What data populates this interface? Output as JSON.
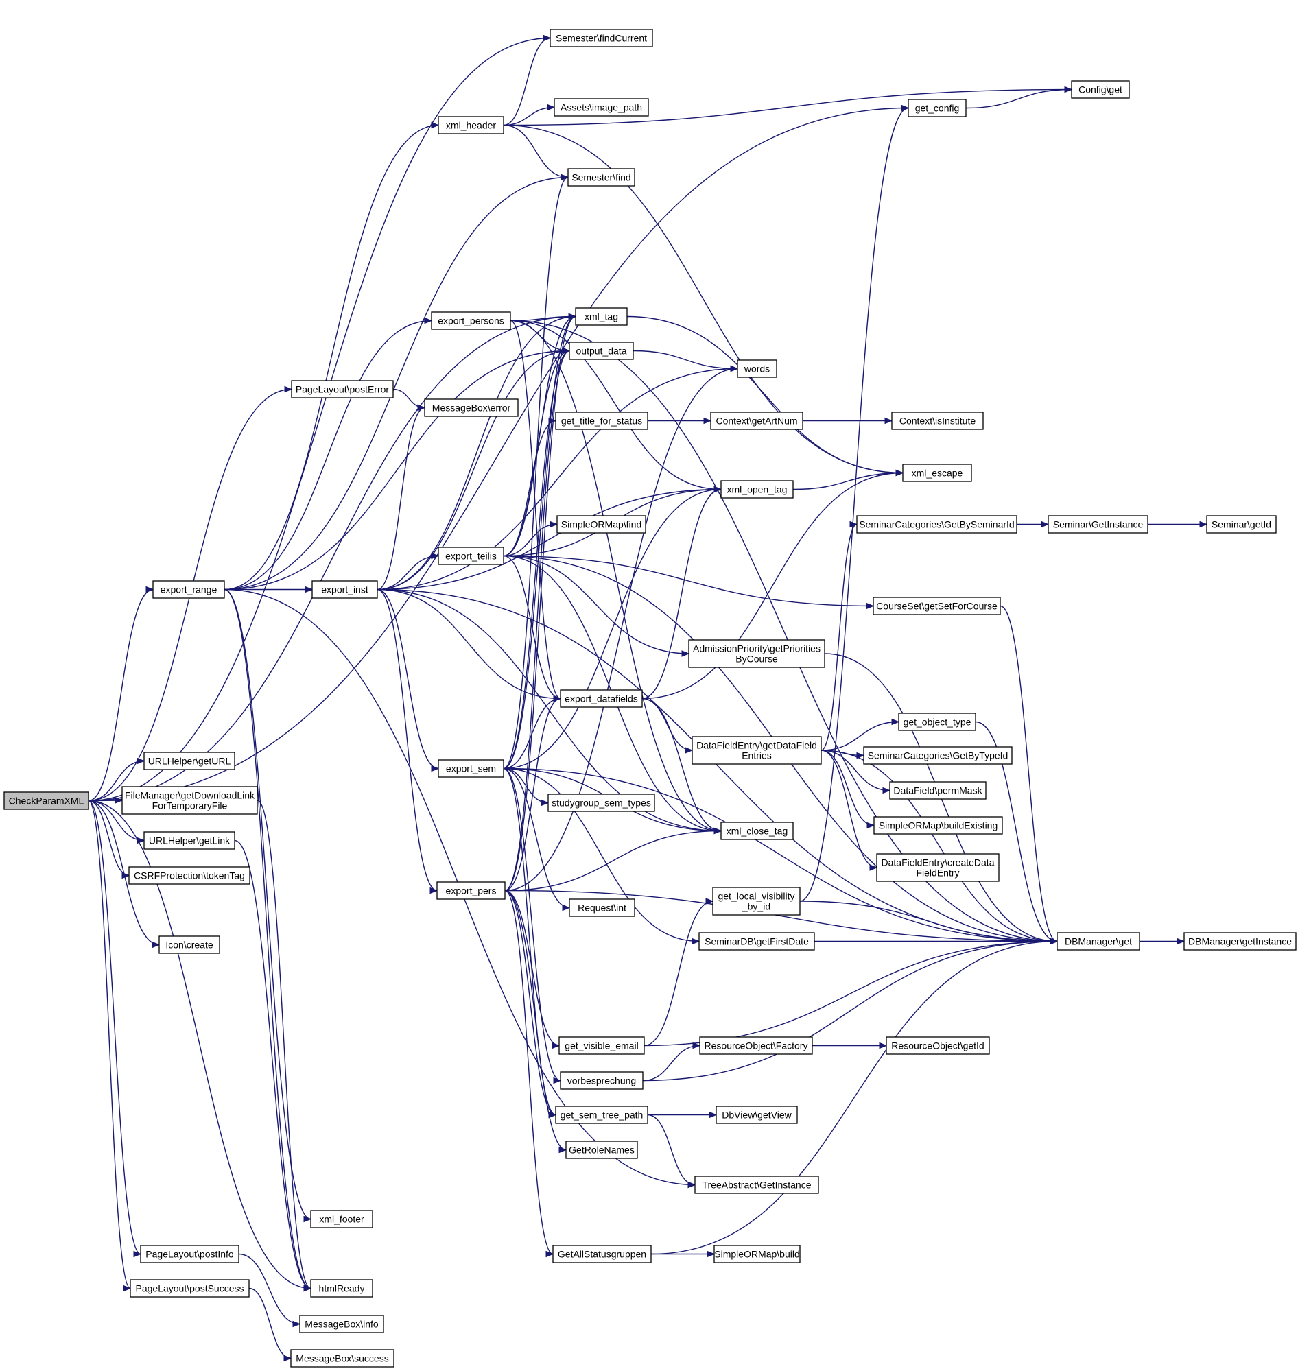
{
  "graph": {
    "root": "CheckParamXML",
    "colors": {
      "edge": "#191970",
      "node_border": "#000000",
      "root_fill": "#bfbfbf",
      "node_fill": "#ffffff"
    },
    "nodes": [
      {
        "id": "checkparam",
        "lines": [
          "CheckParamXML"
        ]
      },
      {
        "id": "export_range",
        "lines": [
          "export_range"
        ]
      },
      {
        "id": "urlhelper_geturl",
        "lines": [
          "URLHelper\\getURL"
        ]
      },
      {
        "id": "filemanager",
        "lines": [
          "FileManager\\getDownloadLink",
          "ForTemporaryFile"
        ]
      },
      {
        "id": "urlhelper_getlink",
        "lines": [
          "URLHelper\\getLink"
        ]
      },
      {
        "id": "csrf",
        "lines": [
          "CSRFProtection\\tokenTag"
        ]
      },
      {
        "id": "icon_create",
        "lines": [
          "Icon\\create"
        ]
      },
      {
        "id": "postinfo",
        "lines": [
          "PageLayout\\postInfo"
        ]
      },
      {
        "id": "postsuccess",
        "lines": [
          "PageLayout\\postSuccess"
        ]
      },
      {
        "id": "posterror",
        "lines": [
          "PageLayout\\postError"
        ]
      },
      {
        "id": "export_inst",
        "lines": [
          "export_inst"
        ]
      },
      {
        "id": "xml_footer",
        "lines": [
          "xml_footer"
        ]
      },
      {
        "id": "htmlready",
        "lines": [
          "htmlReady"
        ]
      },
      {
        "id": "mb_info",
        "lines": [
          "MessageBox\\info"
        ]
      },
      {
        "id": "mb_success",
        "lines": [
          "MessageBox\\success"
        ]
      },
      {
        "id": "xml_header",
        "lines": [
          "xml_header"
        ]
      },
      {
        "id": "export_persons",
        "lines": [
          "export_persons"
        ]
      },
      {
        "id": "mb_error",
        "lines": [
          "MessageBox\\error"
        ]
      },
      {
        "id": "export_teilis",
        "lines": [
          "export_teilis"
        ]
      },
      {
        "id": "export_sem",
        "lines": [
          "export_sem"
        ]
      },
      {
        "id": "export_pers",
        "lines": [
          "export_pers"
        ]
      },
      {
        "id": "semester_findcurrent",
        "lines": [
          "Semester\\findCurrent"
        ]
      },
      {
        "id": "assets_image",
        "lines": [
          "Assets\\image_path"
        ]
      },
      {
        "id": "semester_find",
        "lines": [
          "Semester\\find"
        ]
      },
      {
        "id": "xml_tag",
        "lines": [
          "xml_tag"
        ]
      },
      {
        "id": "output_data",
        "lines": [
          "output_data"
        ]
      },
      {
        "id": "words",
        "lines": [
          "words"
        ]
      },
      {
        "id": "get_title_for_status",
        "lines": [
          "get_title_for_status"
        ]
      },
      {
        "id": "xml_open_tag",
        "lines": [
          "xml_open_tag"
        ]
      },
      {
        "id": "simpleormap_find",
        "lines": [
          "SimpleORMap\\find"
        ]
      },
      {
        "id": "export_datafields",
        "lines": [
          "export_datafields"
        ]
      },
      {
        "id": "admission",
        "lines": [
          "AdmissionPriority\\getPriorities",
          "ByCourse"
        ]
      },
      {
        "id": "dfe_get",
        "lines": [
          "DataFieldEntry\\getDataField",
          "Entries"
        ]
      },
      {
        "id": "studygroup",
        "lines": [
          "studygroup_sem_types"
        ]
      },
      {
        "id": "xml_close_tag",
        "lines": [
          "xml_close_tag"
        ]
      },
      {
        "id": "request_int",
        "lines": [
          "Request\\int"
        ]
      },
      {
        "id": "get_local_visibility",
        "lines": [
          "get_local_visibility",
          "_by_id"
        ]
      },
      {
        "id": "seminardb_first",
        "lines": [
          "SeminarDB\\getFirstDate"
        ]
      },
      {
        "id": "get_visible_email",
        "lines": [
          "get_visible_email"
        ]
      },
      {
        "id": "vorbesprechung",
        "lines": [
          "vorbesprechung"
        ]
      },
      {
        "id": "get_sem_tree_path",
        "lines": [
          "get_sem_tree_path"
        ]
      },
      {
        "id": "getrolenames",
        "lines": [
          "GetRoleNames"
        ]
      },
      {
        "id": "getallstatus",
        "lines": [
          "GetAllStatusgruppen"
        ]
      },
      {
        "id": "context_artnum",
        "lines": [
          "Context\\getArtNum"
        ]
      },
      {
        "id": "context_isinst",
        "lines": [
          "Context\\isInstitute"
        ]
      },
      {
        "id": "get_config",
        "lines": [
          "get_config"
        ]
      },
      {
        "id": "config_get",
        "lines": [
          "Config\\get"
        ]
      },
      {
        "id": "xml_escape",
        "lines": [
          "xml_escape"
        ]
      },
      {
        "id": "semcat_byid",
        "lines": [
          "SeminarCategories\\GetBySeminarId"
        ]
      },
      {
        "id": "seminar_getinstance",
        "lines": [
          "Seminar\\GetInstance"
        ]
      },
      {
        "id": "seminar_getid",
        "lines": [
          "Seminar\\getId"
        ]
      },
      {
        "id": "courseset",
        "lines": [
          "CourseSet\\getSetForCourse"
        ]
      },
      {
        "id": "get_object_type",
        "lines": [
          "get_object_type"
        ]
      },
      {
        "id": "semcat_bytype",
        "lines": [
          "SeminarCategories\\GetByTypeId"
        ]
      },
      {
        "id": "datafield_perm",
        "lines": [
          "DataField\\permMask"
        ]
      },
      {
        "id": "som_buildexisting",
        "lines": [
          "SimpleORMap\\buildExisting"
        ]
      },
      {
        "id": "dfe_create",
        "lines": [
          "DataFieldEntry\\createData",
          "FieldEntry"
        ]
      },
      {
        "id": "dbmanager_get",
        "lines": [
          "DBManager\\get"
        ]
      },
      {
        "id": "dbmanager_instance",
        "lines": [
          "DBManager\\getInstance"
        ]
      },
      {
        "id": "resource_factory",
        "lines": [
          "ResourceObject\\Factory"
        ]
      },
      {
        "id": "resource_getid",
        "lines": [
          "ResourceObject\\getId"
        ]
      },
      {
        "id": "dbview",
        "lines": [
          "DbView\\getView"
        ]
      },
      {
        "id": "treeabstract",
        "lines": [
          "TreeAbstract\\GetInstance"
        ]
      },
      {
        "id": "som_build",
        "lines": [
          "SimpleORMap\\build"
        ]
      }
    ],
    "edges": [
      [
        "checkparam",
        "export_range"
      ],
      [
        "checkparam",
        "urlhelper_geturl"
      ],
      [
        "checkparam",
        "filemanager"
      ],
      [
        "checkparam",
        "urlhelper_getlink"
      ],
      [
        "checkparam",
        "csrf"
      ],
      [
        "checkparam",
        "icon_create"
      ],
      [
        "checkparam",
        "postinfo"
      ],
      [
        "checkparam",
        "postsuccess"
      ],
      [
        "checkparam",
        "posterror"
      ],
      [
        "checkparam",
        "xml_tag"
      ],
      [
        "checkparam",
        "semester_findcurrent"
      ],
      [
        "checkparam",
        "get_config"
      ],
      [
        "checkparam",
        "htmlready"
      ],
      [
        "export_range",
        "export_inst"
      ],
      [
        "export_range",
        "xml_header"
      ],
      [
        "export_range",
        "export_persons"
      ],
      [
        "export_range",
        "xml_footer"
      ],
      [
        "export_range",
        "htmlready"
      ],
      [
        "export_range",
        "semester_find"
      ],
      [
        "export_range",
        "output_data"
      ],
      [
        "export_range",
        "treeabstract"
      ],
      [
        "urlhelper_getlink",
        "htmlready"
      ],
      [
        "filemanager",
        "htmlready"
      ],
      [
        "posterror",
        "mb_error"
      ],
      [
        "postinfo",
        "mb_info"
      ],
      [
        "postsuccess",
        "mb_success"
      ],
      [
        "xml_header",
        "semester_findcurrent"
      ],
      [
        "xml_header",
        "assets_image"
      ],
      [
        "xml_header",
        "semester_find"
      ],
      [
        "xml_header",
        "config_get"
      ],
      [
        "xml_header",
        "xml_escape"
      ],
      [
        "export_inst",
        "export_teilis"
      ],
      [
        "export_inst",
        "export_sem"
      ],
      [
        "export_inst",
        "export_pers"
      ],
      [
        "export_inst",
        "mb_error"
      ],
      [
        "export_inst",
        "output_data"
      ],
      [
        "export_inst",
        "xml_tag"
      ],
      [
        "export_inst",
        "xml_open_tag"
      ],
      [
        "export_inst",
        "xml_close_tag"
      ],
      [
        "export_inst",
        "export_datafields"
      ],
      [
        "export_inst",
        "words"
      ],
      [
        "export_inst",
        "dbmanager_get"
      ],
      [
        "export_persons",
        "xml_tag"
      ],
      [
        "export_persons",
        "output_data"
      ],
      [
        "export_persons",
        "xml_open_tag"
      ],
      [
        "export_persons",
        "xml_close_tag"
      ],
      [
        "export_persons",
        "export_datafields"
      ],
      [
        "export_persons",
        "dbmanager_get"
      ],
      [
        "export_teilis",
        "xml_tag"
      ],
      [
        "export_teilis",
        "output_data"
      ],
      [
        "export_teilis",
        "get_title_for_status"
      ],
      [
        "export_teilis",
        "simpleormap_find"
      ],
      [
        "export_teilis",
        "xml_open_tag"
      ],
      [
        "export_teilis",
        "courseset"
      ],
      [
        "export_teilis",
        "admission"
      ],
      [
        "export_teilis",
        "export_datafields"
      ],
      [
        "export_teilis",
        "xml_close_tag"
      ],
      [
        "export_teilis",
        "dbmanager_get"
      ],
      [
        "export_sem",
        "xml_tag"
      ],
      [
        "export_sem",
        "output_data"
      ],
      [
        "export_sem",
        "semester_find"
      ],
      [
        "export_sem",
        "xml_open_tag"
      ],
      [
        "export_sem",
        "export_datafields"
      ],
      [
        "export_sem",
        "studygroup"
      ],
      [
        "export_sem",
        "xml_close_tag"
      ],
      [
        "export_sem",
        "request_int"
      ],
      [
        "export_sem",
        "seminardb_first"
      ],
      [
        "export_sem",
        "vorbesprechung"
      ],
      [
        "export_sem",
        "get_sem_tree_path"
      ],
      [
        "export_sem",
        "dbmanager_get"
      ],
      [
        "export_pers",
        "xml_tag"
      ],
      [
        "export_pers",
        "output_data"
      ],
      [
        "export_pers",
        "export_datafields"
      ],
      [
        "export_pers",
        "words"
      ],
      [
        "export_pers",
        "xml_close_tag"
      ],
      [
        "export_pers",
        "get_visible_email"
      ],
      [
        "export_pers",
        "getrolenames"
      ],
      [
        "export_pers",
        "getallstatus"
      ],
      [
        "export_pers",
        "get_sem_tree_path"
      ],
      [
        "export_pers",
        "dbmanager_get"
      ],
      [
        "output_data",
        "words"
      ],
      [
        "xml_tag",
        "xml_escape"
      ],
      [
        "xml_open_tag",
        "xml_escape"
      ],
      [
        "get_title_for_status",
        "context_artnum"
      ],
      [
        "context_artnum",
        "context_isinst"
      ],
      [
        "export_datafields",
        "dfe_get"
      ],
      [
        "export_datafields",
        "xml_open_tag"
      ],
      [
        "export_datafields",
        "xml_close_tag"
      ],
      [
        "export_datafields",
        "xml_escape"
      ],
      [
        "dfe_get",
        "get_object_type"
      ],
      [
        "dfe_get",
        "semcat_bytype"
      ],
      [
        "dfe_get",
        "datafield_perm"
      ],
      [
        "dfe_get",
        "som_buildexisting"
      ],
      [
        "dfe_get",
        "dfe_create"
      ],
      [
        "dfe_get",
        "semcat_byid"
      ],
      [
        "dfe_get",
        "dbmanager_get"
      ],
      [
        "semcat_byid",
        "seminar_getinstance"
      ],
      [
        "seminar_getinstance",
        "seminar_getid"
      ],
      [
        "admission",
        "dbmanager_get"
      ],
      [
        "courseset",
        "dbmanager_get"
      ],
      [
        "get_object_type",
        "dbmanager_get"
      ],
      [
        "get_local_visibility",
        "dbmanager_get"
      ],
      [
        "get_local_visibility",
        "get_config"
      ],
      [
        "seminardb_first",
        "dbmanager_get"
      ],
      [
        "dbmanager_get",
        "dbmanager_instance"
      ],
      [
        "get_visible_email",
        "dbmanager_get"
      ],
      [
        "get_visible_email",
        "get_local_visibility"
      ],
      [
        "vorbesprechung",
        "resource_factory"
      ],
      [
        "vorbesprechung",
        "dbmanager_get"
      ],
      [
        "resource_factory",
        "resource_getid"
      ],
      [
        "get_sem_tree_path",
        "dbview"
      ],
      [
        "get_sem_tree_path",
        "treeabstract"
      ],
      [
        "getallstatus",
        "som_build"
      ],
      [
        "getallstatus",
        "dbmanager_get"
      ],
      [
        "get_config",
        "config_get"
      ]
    ]
  }
}
